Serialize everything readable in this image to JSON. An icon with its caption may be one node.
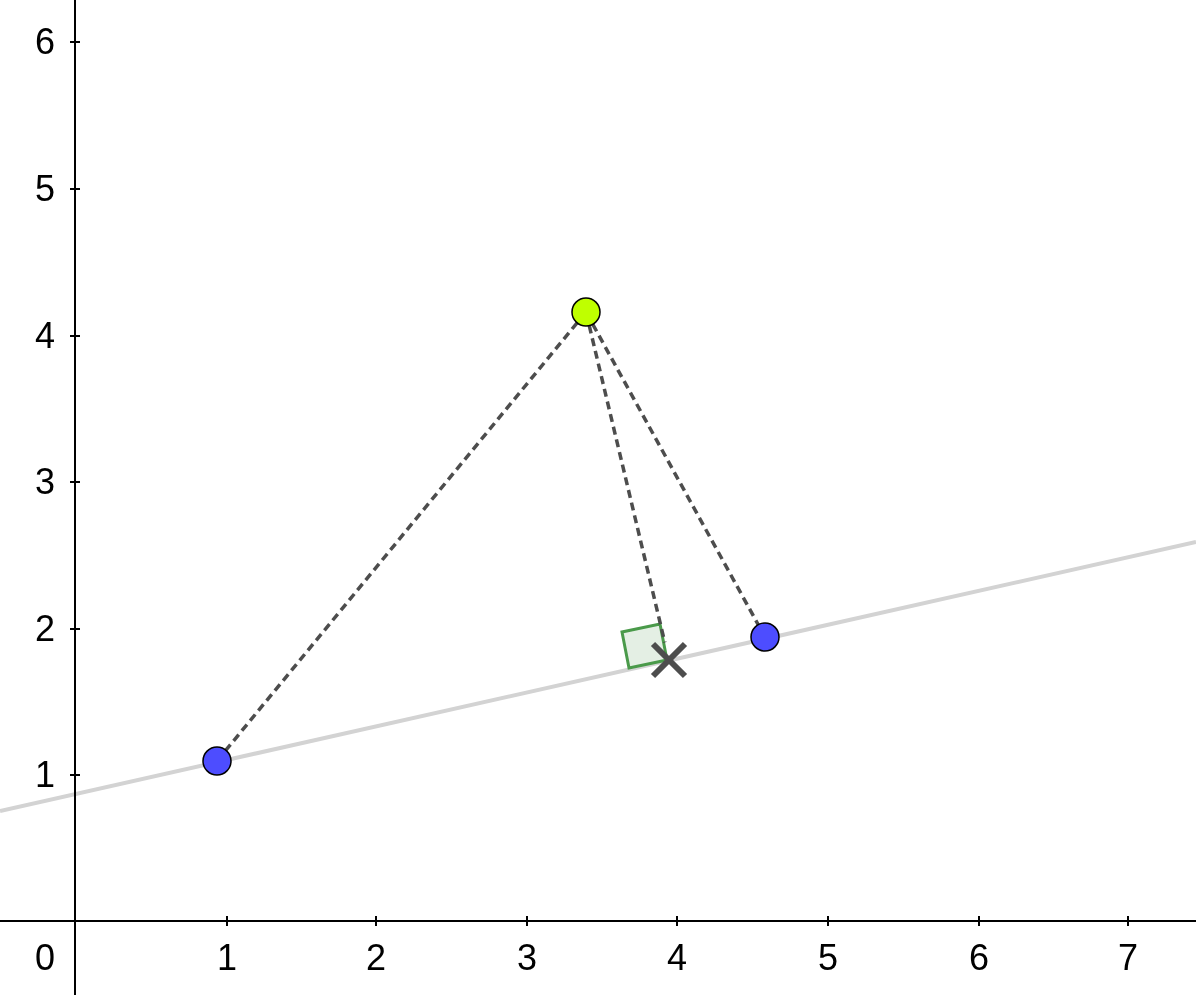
{
  "diagram": {
    "nodes": [
      {
        "text": [],
        "shape": "circle"
      },
      {
        "text": [],
        "shape": "circle"
      },
      {
        "text": [],
        "shape": "cross"
      },
      {
        "text": [],
        "shape": "circle"
      }
    ],
    "edges": [
      {
        "from": 0,
        "to": 1,
        "arrow": "none",
        "style": "dashed"
      },
      {
        "from": 0,
        "to": 2,
        "arrow": "none",
        "style": "dashed"
      },
      {
        "from": 0,
        "to": 3,
        "arrow": "none",
        "style": "dashed"
      }
    ],
    "labels": [
      "6",
      "5",
      "4",
      "3",
      "2",
      "1",
      "0",
      "1",
      "2",
      "3",
      "4",
      "5",
      "6",
      "7"
    ]
  }
}
